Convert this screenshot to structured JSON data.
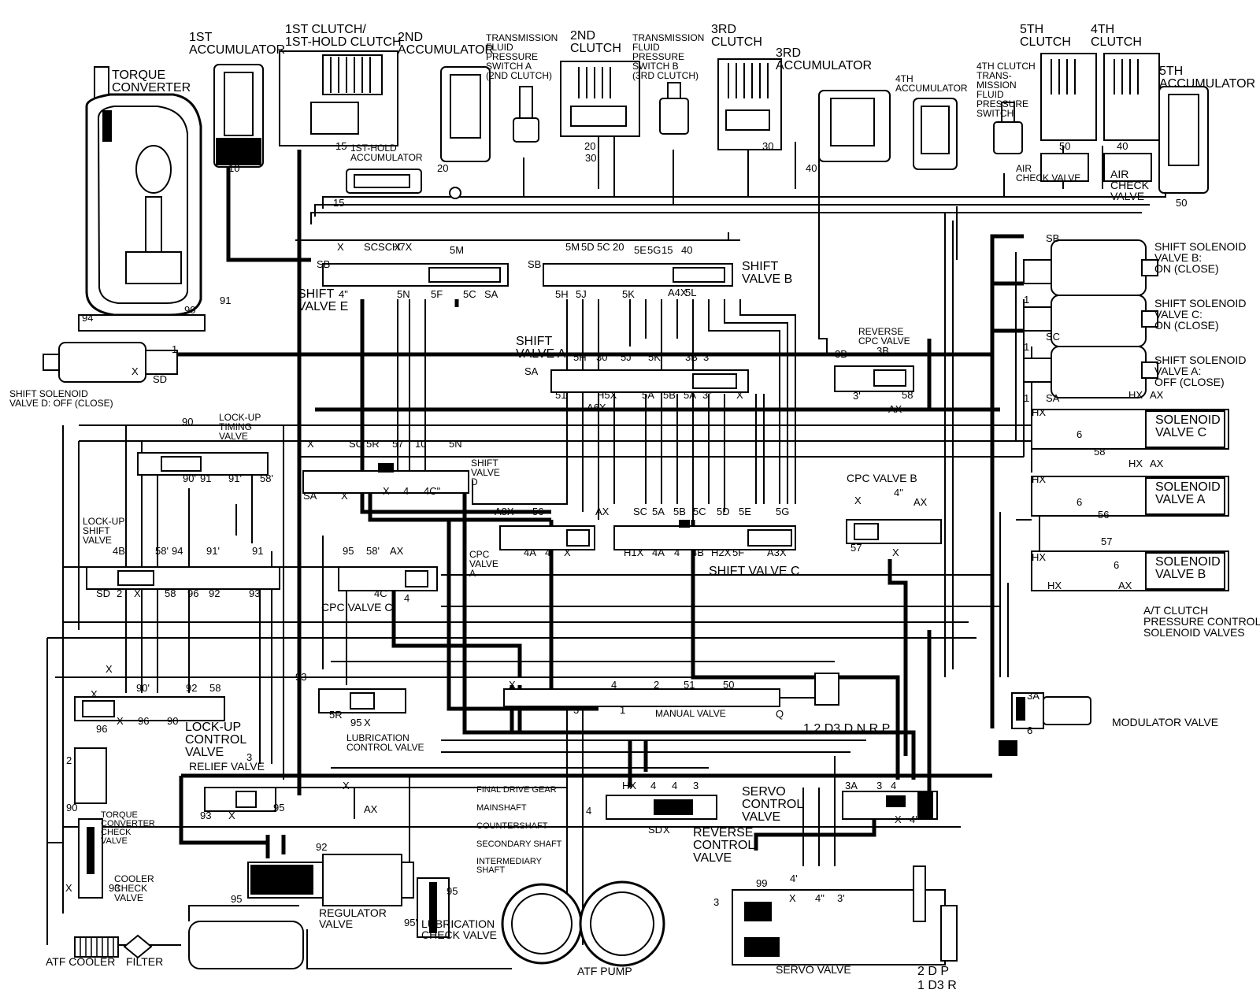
{
  "components": [
    {
      "id": "torque_converter",
      "lines": [
        "TORQUE",
        "CONVERTER"
      ]
    },
    {
      "id": "accum_1st",
      "lines": [
        "1ST",
        "ACCUMULATOR"
      ]
    },
    {
      "id": "clutch_1st",
      "lines": [
        "1ST CLUTCH/",
        "1ST-HOLD CLUTCH"
      ]
    },
    {
      "id": "accum_2nd",
      "lines": [
        "2ND",
        "ACCUMULATOR"
      ]
    },
    {
      "id": "tfps_a",
      "lines": [
        "TRANSMISSION",
        "FLUID",
        "PRESSURE",
        "SWITCH A",
        "(2ND CLUTCH)"
      ]
    },
    {
      "id": "clutch_2nd",
      "lines": [
        "2ND",
        "CLUTCH"
      ]
    },
    {
      "id": "tfps_b",
      "lines": [
        "TRANSMISSION",
        "FLUID",
        "PRESSURE",
        "SWITCH B",
        "(3RD CLUTCH)"
      ]
    },
    {
      "id": "clutch_3rd",
      "lines": [
        "3RD",
        "CLUTCH"
      ]
    },
    {
      "id": "accum_3rd",
      "lines": [
        "3RD",
        "ACCUMULATOR"
      ]
    },
    {
      "id": "accum_4th",
      "lines": [
        "4TH",
        "ACCUMULATOR"
      ]
    },
    {
      "id": "tfps_4th",
      "lines": [
        "4TH CLUTCH",
        "TRANS-",
        "MISSION",
        "FLUID",
        "PRESSURE",
        "SWITCH"
      ]
    },
    {
      "id": "clutch_5th",
      "lines": [
        "5TH",
        "CLUTCH"
      ]
    },
    {
      "id": "clutch_4th",
      "lines": [
        "4TH",
        "CLUTCH"
      ]
    },
    {
      "id": "accum_5th",
      "lines": [
        "5TH",
        "ACCUMULATOR"
      ]
    },
    {
      "id": "accum_1st_hold",
      "lines": [
        "1ST-HOLD",
        "ACCUMULATOR"
      ]
    },
    {
      "id": "air_check_valve",
      "lines": [
        "AIR",
        "CHECK VALVE"
      ]
    },
    {
      "id": "air_check_valve_2",
      "lines": [
        "AIR",
        "CHECK",
        "VALVE"
      ]
    },
    {
      "id": "ssv_b",
      "lines": [
        "SHIFT SOLENOID",
        "VALVE B:",
        "ON (CLOSE)"
      ]
    },
    {
      "id": "ssv_c",
      "lines": [
        "SHIFT SOLENOID",
        "VALVE C:",
        "ON (CLOSE)"
      ]
    },
    {
      "id": "ssv_a",
      "lines": [
        "SHIFT SOLENOID",
        "VALVE A:",
        "OFF (CLOSE)"
      ]
    },
    {
      "id": "ssv_d",
      "lines": [
        "SHIFT SOLENOID",
        "VALVE D: OFF (CLOSE)"
      ]
    },
    {
      "id": "shift_valve_e",
      "lines": [
        "SHIFT",
        "VALVE E"
      ]
    },
    {
      "id": "shift_valve_b",
      "lines": [
        "SHIFT",
        "VALVE B"
      ]
    },
    {
      "id": "shift_valve_a",
      "lines": [
        "SHIFT",
        "VALVE A"
      ]
    },
    {
      "id": "reverse_cpc",
      "lines": [
        "REVERSE",
        "CPC VALVE"
      ]
    },
    {
      "id": "lockup_timing",
      "lines": [
        "LOCK-UP",
        "TIMING",
        "VALVE"
      ]
    },
    {
      "id": "shift_valve_d",
      "lines": [
        "SHIFT",
        "VALVE",
        "D"
      ]
    },
    {
      "id": "cpc_valve_b",
      "lines": [
        "CPC VALVE B"
      ]
    },
    {
      "id": "sol_c",
      "lines": [
        "SOLENOID",
        "VALVE C"
      ]
    },
    {
      "id": "sol_a",
      "lines": [
        "SOLENOID",
        "VALVE A"
      ]
    },
    {
      "id": "sol_b",
      "lines": [
        "SOLENOID",
        "VALVE B"
      ]
    },
    {
      "id": "at_clutch",
      "lines": [
        "A/T CLUTCH",
        "PRESSURE CONTROL",
        "SOLENOID VALVES"
      ]
    },
    {
      "id": "lockup_shift",
      "lines": [
        "LOCK-UP",
        "SHIFT",
        "VALVE"
      ]
    },
    {
      "id": "cpc_valve_c",
      "lines": [
        "CPC VALVE C"
      ]
    },
    {
      "id": "cpc_valve_a",
      "lines": [
        "CPC",
        "VALVE",
        "A"
      ]
    },
    {
      "id": "shift_valve_c",
      "lines": [
        "SHIFT VALVE C"
      ]
    },
    {
      "id": "manual_valve",
      "lines": [
        "MANUAL VALVE"
      ]
    },
    {
      "id": "modulator",
      "lines": [
        "MODULATOR VALVE"
      ]
    },
    {
      "id": "lockup_control",
      "lines": [
        "LOCK-UP",
        "CONTROL",
        "VALVE"
      ]
    },
    {
      "id": "lube_control",
      "lines": [
        "LUBRICATION",
        "CONTROL VALVE"
      ]
    },
    {
      "id": "relief",
      "lines": [
        "RELIEF VALVE"
      ]
    },
    {
      "id": "tc_check",
      "lines": [
        "TORQUE",
        "CONVERTER",
        "CHECK",
        "VALVE"
      ]
    },
    {
      "id": "cooler_check",
      "lines": [
        "COOLER",
        "CHECK",
        "VALVE"
      ]
    },
    {
      "id": "servo_control",
      "lines": [
        "SERVO",
        "CONTROL",
        "VALVE"
      ]
    },
    {
      "id": "reverse_control",
      "lines": [
        "REVERSE",
        "CONTROL",
        "VALVE"
      ]
    },
    {
      "id": "regulator",
      "lines": [
        "REGULATOR",
        "VALVE"
      ]
    },
    {
      "id": "lube_check",
      "lines": [
        "LUBRICATION",
        "CHECK VALVE"
      ]
    },
    {
      "id": "atf_pump",
      "lines": [
        "ATF PUMP"
      ]
    },
    {
      "id": "servo_valve",
      "lines": [
        "SERVO VALVE"
      ]
    },
    {
      "id": "atf_cooler",
      "lines": [
        "ATF COOLER"
      ]
    },
    {
      "id": "filter",
      "lines": [
        "FILTER"
      ]
    },
    {
      "id": "final_drive",
      "lines": [
        "FINAL DRIVE GEAR"
      ]
    },
    {
      "id": "mainshaft",
      "lines": [
        "MAINSHAFT"
      ]
    },
    {
      "id": "countershaft",
      "lines": [
        "COUNTERSHAFT"
      ]
    },
    {
      "id": "secondary_shaft",
      "lines": [
        "SECONDARY SHAFT"
      ]
    },
    {
      "id": "intermediary_shaft",
      "lines": [
        "INTERMEDIARY",
        "SHAFT"
      ]
    }
  ],
  "selector_top": "1 2 D3 D N R  P",
  "selector_bottom_1": "2   D   P",
  "selector_bottom_2": "1   D3  R",
  "port_labels": [
    "10",
    "15",
    "15",
    "20",
    "20",
    "30",
    "30",
    "40",
    "50",
    "40",
    "50",
    "1",
    "1",
    "1",
    "SB",
    "SC",
    "SA",
    "X",
    "SCSC'X",
    "H7X",
    "5M",
    "SB",
    "4\"",
    "5N",
    "5F",
    "5C",
    "SA",
    "5M",
    "5D",
    "5C",
    "20",
    "5E",
    "5G",
    "15",
    "40",
    "SB",
    "5H",
    "5J",
    "5K",
    "A4X",
    "5L",
    "5H",
    "30",
    "5J",
    "5K",
    "3B",
    "3'",
    "SA",
    "51",
    "H5X",
    "A6X",
    "5A",
    "5B",
    "5A",
    "3\"",
    "X",
    "3B",
    "3B",
    "3'",
    "AX",
    "58",
    "HX",
    "AX",
    "HX",
    "6",
    "58",
    "HX",
    "AX",
    "HX",
    "6",
    "56",
    "HX",
    "57",
    "6",
    "HX",
    "AX",
    "94",
    "90",
    "91",
    "1",
    "X",
    "SD",
    "90",
    "90'",
    "91",
    "91'",
    "58'",
    "X",
    "SC'",
    "5R",
    "57",
    "10",
    "5N",
    "SA",
    "X",
    "X",
    "4",
    "4C\"",
    "A8X",
    "56",
    "AX",
    "SC",
    "5A",
    "5B",
    "5C",
    "5D",
    "5E",
    "5G",
    "4A",
    "4",
    "X",
    "H1X",
    "4A",
    "4",
    "4B",
    "H2X",
    "5F",
    "A3X",
    "X",
    "4\"",
    "AX",
    "57",
    "X",
    "4B",
    "58'",
    "94",
    "91'",
    "91",
    "SD",
    "2",
    "X",
    "58",
    "96",
    "92",
    "93",
    "95",
    "58'",
    "AX",
    "4C",
    "4",
    "X",
    "X",
    "90'",
    "92",
    "58",
    "96",
    "X",
    "96",
    "90",
    "93",
    "5R",
    "95",
    "X",
    "X",
    "4",
    "2",
    "51",
    "50",
    "3\"",
    "1",
    "3",
    "95",
    "2",
    "90",
    "93",
    "X",
    "X",
    "93",
    "X",
    "AX",
    "HX",
    "4",
    "4",
    "3",
    "4",
    "SD",
    "X",
    "3A",
    "3",
    "4",
    "X",
    "4'",
    "10",
    "1",
    "92",
    "95",
    "95'",
    "95",
    "99",
    "4'",
    "X",
    "4\"",
    "3'",
    "3",
    "3A",
    "6",
    "1"
  ]
}
